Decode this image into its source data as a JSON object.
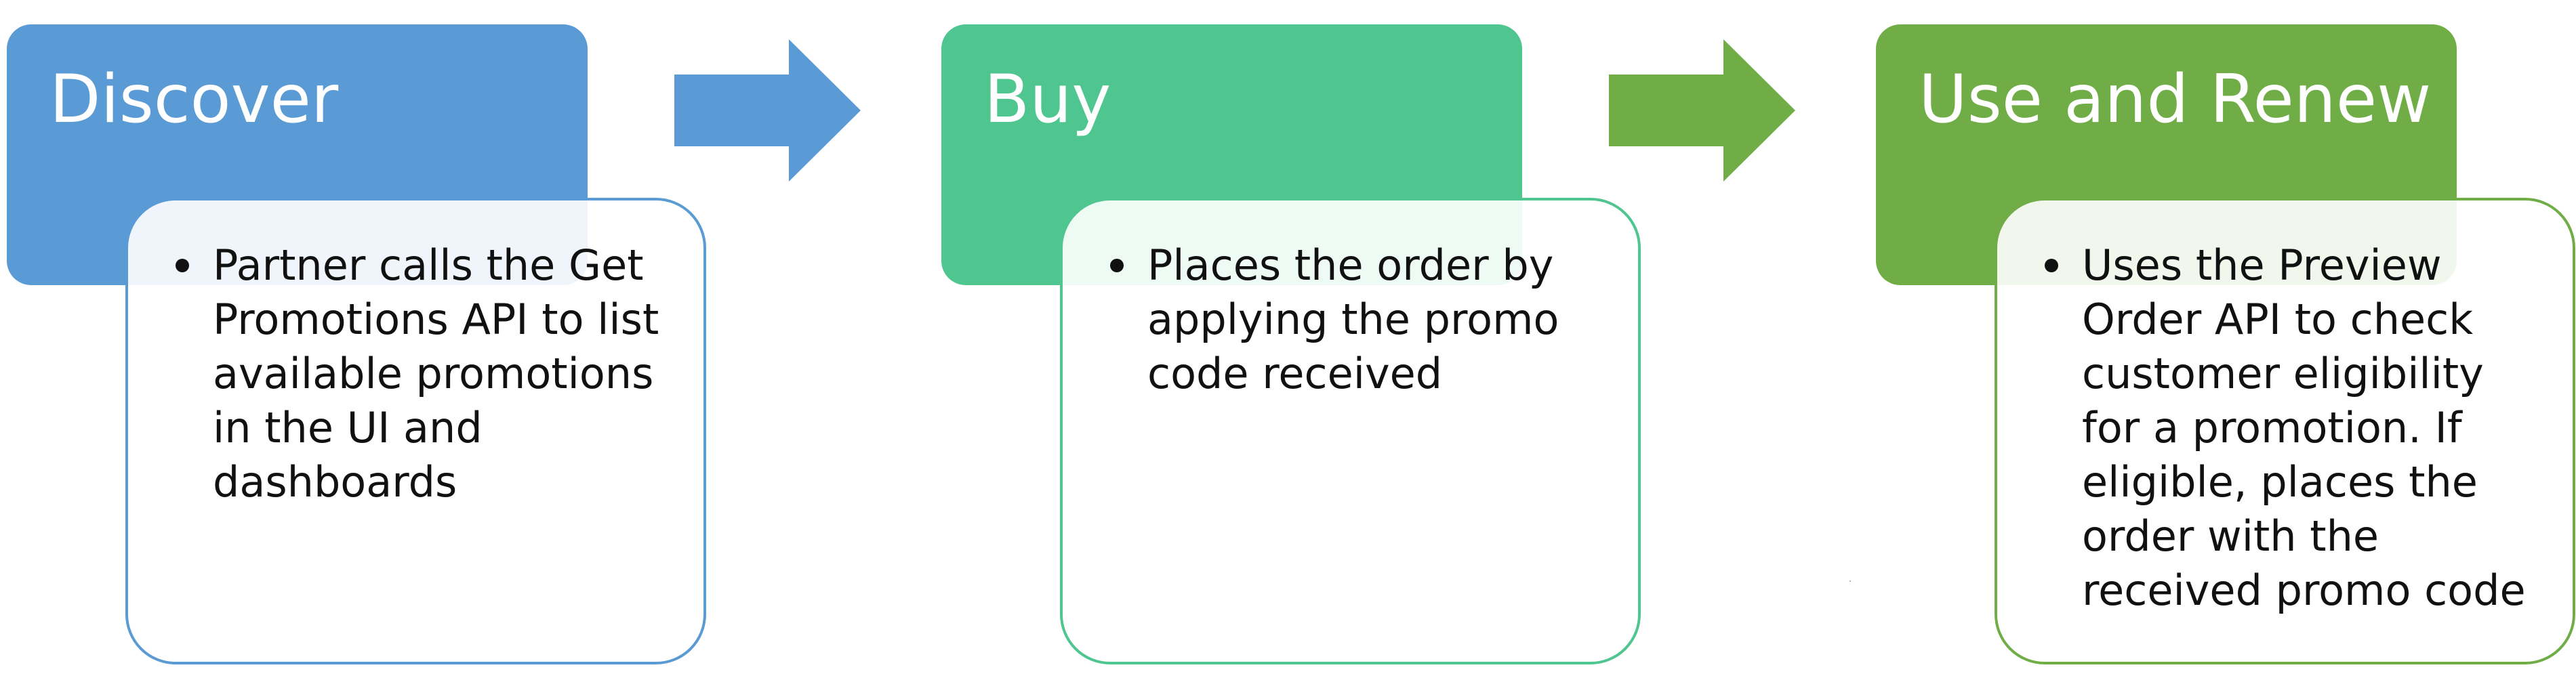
{
  "steps": [
    {
      "title": "Discover",
      "text": "Partner calls the Get Promotions API to list available promotions in the UI and dashboards",
      "fill": "#5b9bd5",
      "border": "#5b9bd5"
    },
    {
      "title": "Buy",
      "text": "Places the order by applying the promo code received",
      "fill": "#4fc68f",
      "border": "#4fc68f"
    },
    {
      "title": "Use and Renew",
      "text": "Uses the Preview Order API to check customer eligibility for a promotion. If eligible, places the order with the received promo code",
      "fill": "#70ad47",
      "border": "#70ad47"
    }
  ],
  "arrows": [
    {
      "fill": "#5b9bd5"
    },
    {
      "fill": "#70ad47"
    }
  ]
}
